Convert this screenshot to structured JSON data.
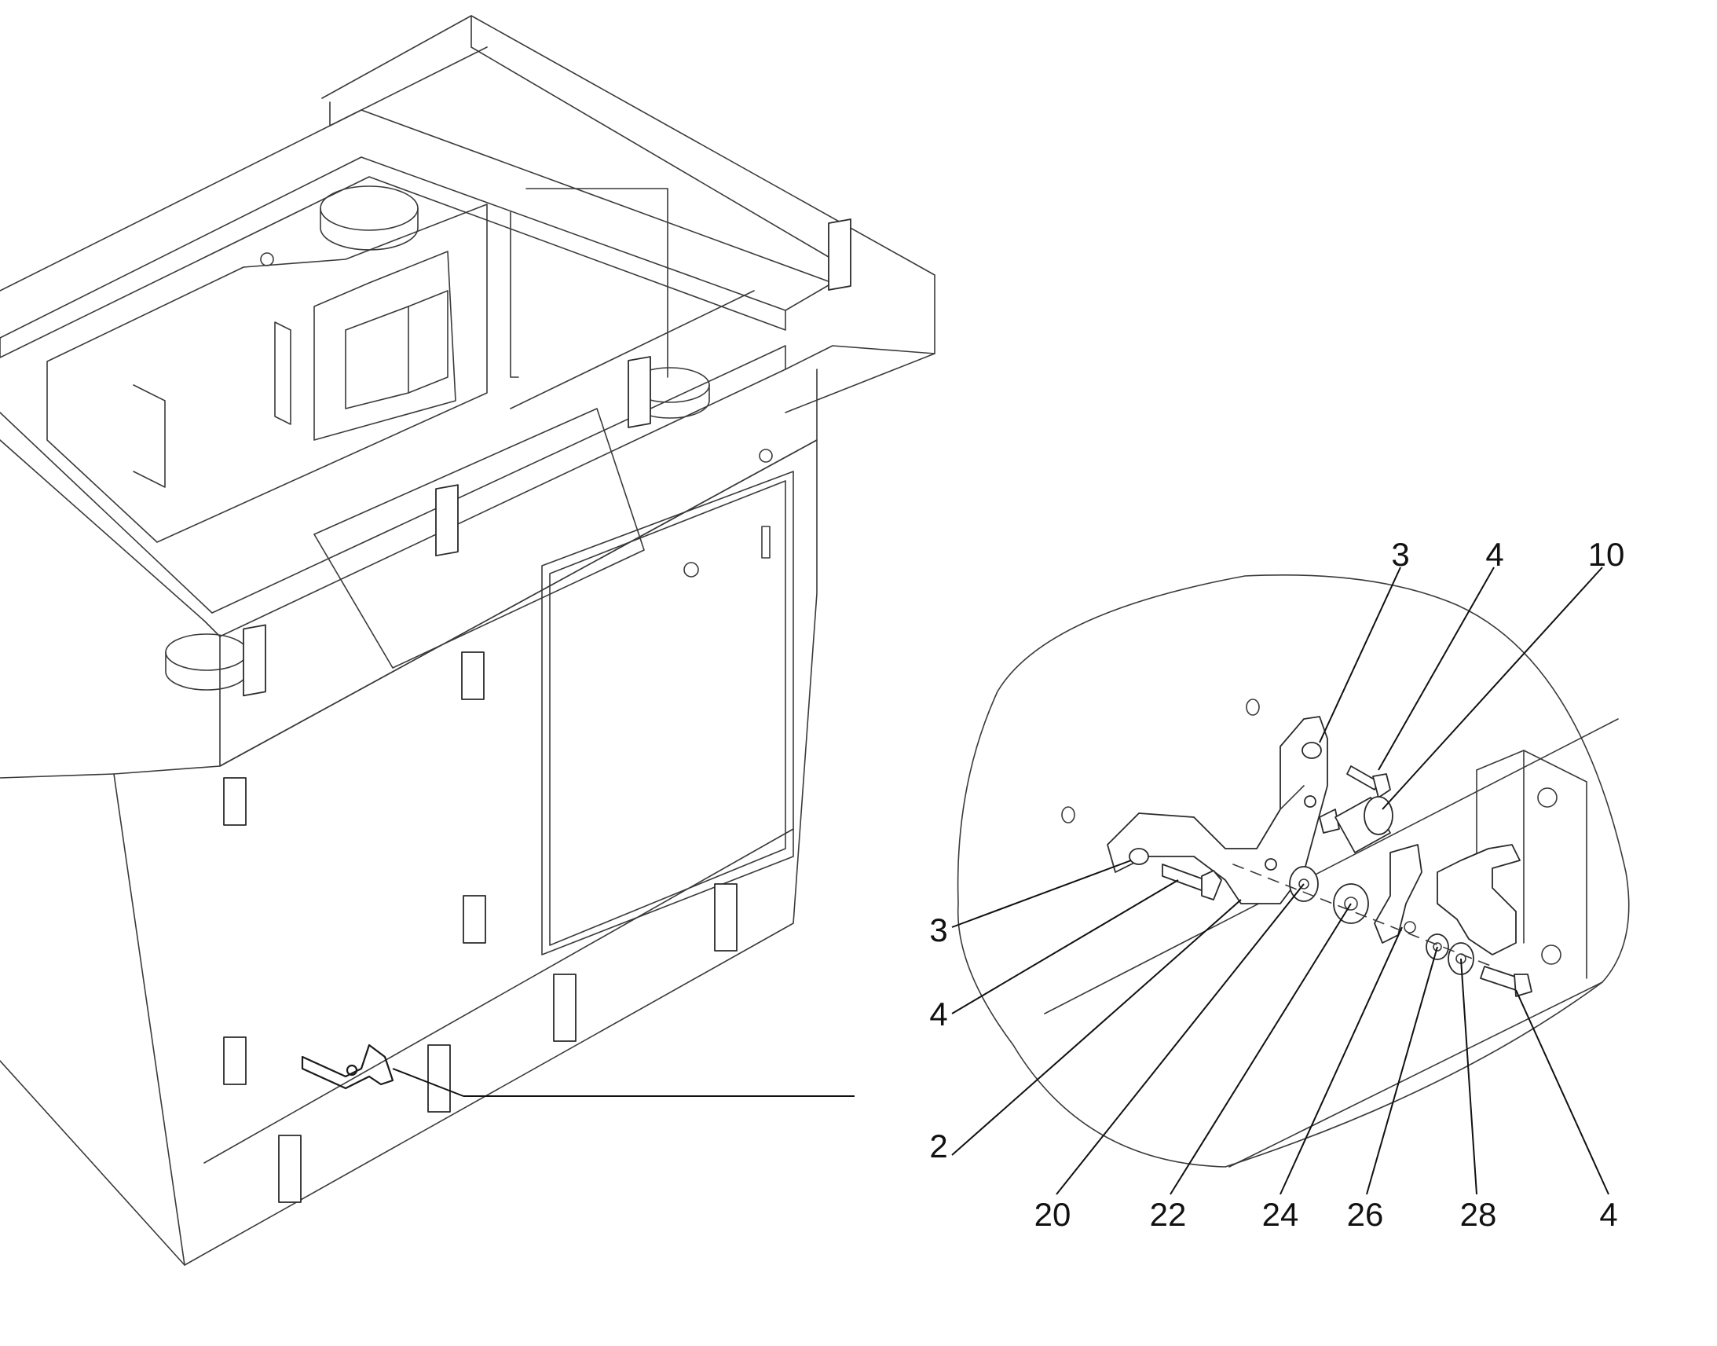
{
  "diagram": {
    "callouts": [
      {
        "id": "c3-top",
        "text": "3"
      },
      {
        "id": "c4-top",
        "text": "4"
      },
      {
        "id": "c10",
        "text": "10"
      },
      {
        "id": "c3-left",
        "text": "3"
      },
      {
        "id": "c4-left",
        "text": "4"
      },
      {
        "id": "c2",
        "text": "2"
      },
      {
        "id": "c20",
        "text": "20"
      },
      {
        "id": "c22",
        "text": "22"
      },
      {
        "id": "c24",
        "text": "24"
      },
      {
        "id": "c26",
        "text": "26"
      },
      {
        "id": "c28",
        "text": "28"
      },
      {
        "id": "c4-bottom",
        "text": "4"
      }
    ]
  }
}
